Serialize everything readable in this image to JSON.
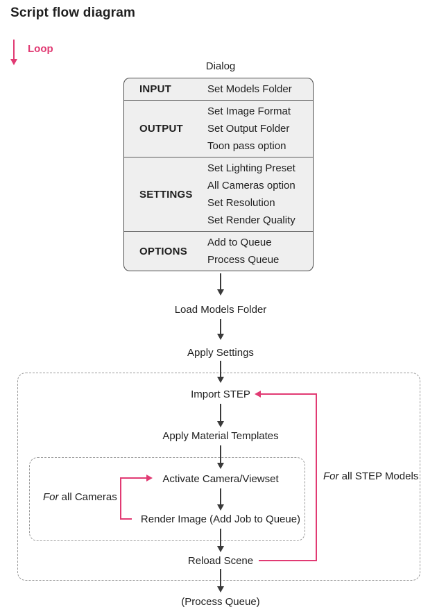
{
  "title": "Script flow diagram",
  "legend": {
    "loop_label": "Loop"
  },
  "colors": {
    "pink": "#E13A73",
    "arrow": "#3A3A3A",
    "dialog_background": "#EFEFEF",
    "dashed_border": "#999999",
    "text": "#1E1E1E"
  },
  "dialog": {
    "label": "Dialog",
    "rows": [
      {
        "label": "INPUT",
        "items": [
          "Set Models Folder"
        ]
      },
      {
        "label": "OUTPUT",
        "items": [
          "Set Image Format",
          "Set Output Folder",
          "Toon pass option"
        ]
      },
      {
        "label": "SETTINGS",
        "items": [
          "Set Lighting Preset",
          "All Cameras option",
          "Set Resolution",
          "Set Render Quality"
        ]
      },
      {
        "label": "OPTIONS",
        "items": [
          "Add to Queue",
          "Process Queue"
        ]
      }
    ]
  },
  "flow": {
    "load_models_folder": "Load Models Folder",
    "apply_settings": "Apply Settings",
    "import_step": "Import STEP",
    "apply_material_templates": "Apply Material Templates",
    "activate_camera": "Activate Camera/Viewset",
    "render_image": "Render Image (Add Job to Queue)",
    "reload_scene": "Reload Scene",
    "process_queue": "(Process Queue)"
  },
  "loops": {
    "cameras": {
      "prefix": "For",
      "rest": " all Cameras"
    },
    "step_models": {
      "prefix": "For",
      "rest": " all STEP Models"
    }
  }
}
